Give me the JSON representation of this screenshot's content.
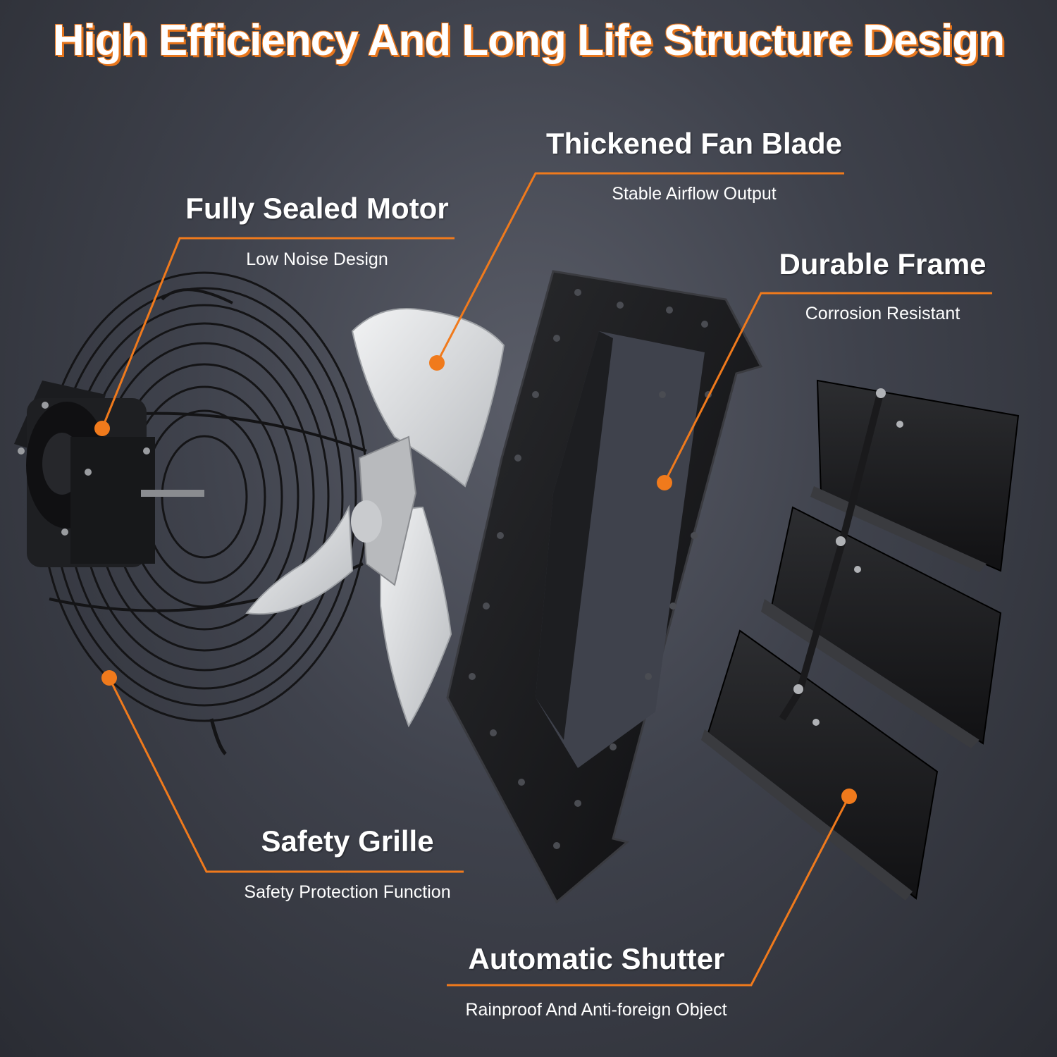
{
  "headline": "High Efficiency And Long Life Structure Design",
  "accent_color": "#f07a1c",
  "features": {
    "motor": {
      "title": "Fully Sealed Motor",
      "subtitle": "Low Noise Design"
    },
    "blade": {
      "title": "Thickened Fan Blade",
      "subtitle": "Stable Airflow Output"
    },
    "frame": {
      "title": "Durable Frame",
      "subtitle": "Corrosion Resistant"
    },
    "grille": {
      "title": "Safety Grille",
      "subtitle": "Safety Protection Function"
    },
    "shutter": {
      "title": "Automatic Shutter",
      "subtitle": "Rainproof And Anti-foreign Object"
    }
  }
}
